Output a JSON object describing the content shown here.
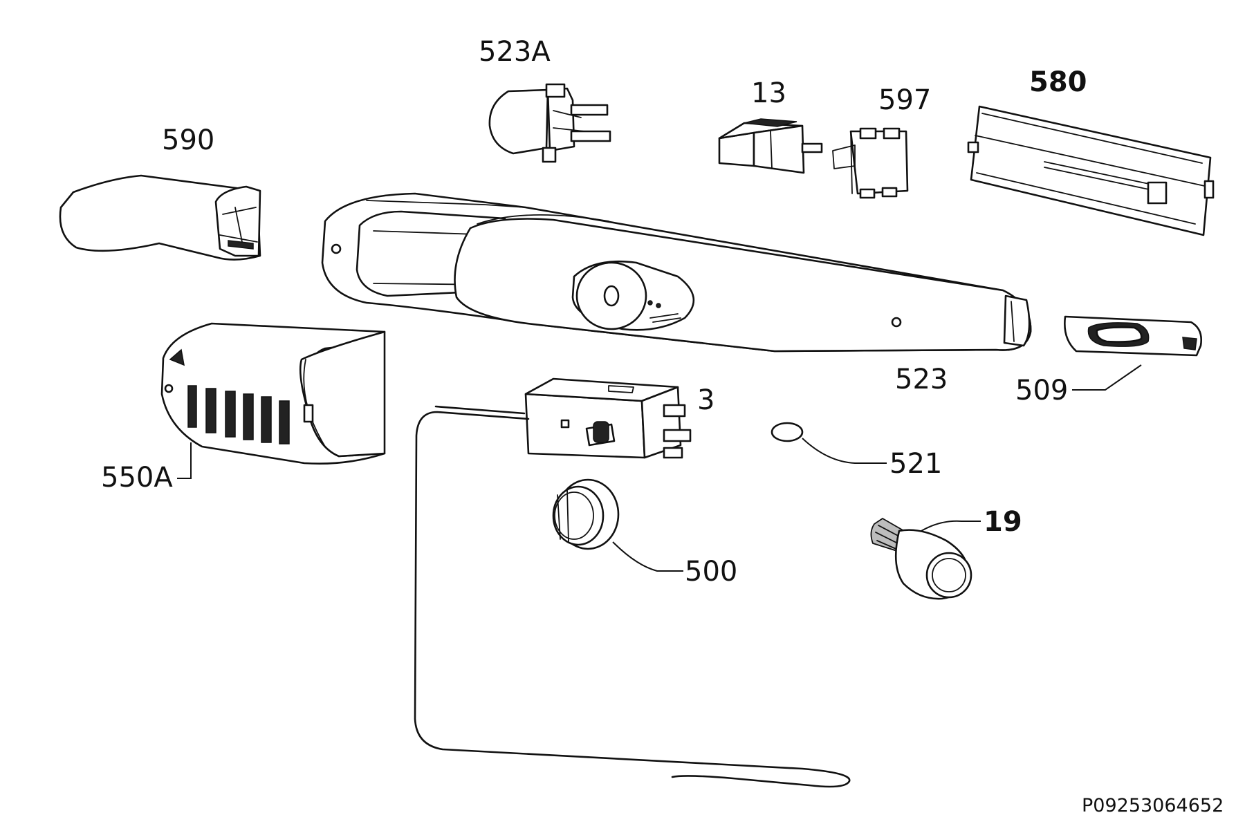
{
  "parts": [
    {
      "id": "p523A",
      "label": "523A"
    },
    {
      "id": "p13",
      "label": "13"
    },
    {
      "id": "p597",
      "label": "597"
    },
    {
      "id": "p580",
      "label": "580"
    },
    {
      "id": "p590",
      "label": "590"
    },
    {
      "id": "p523",
      "label": "523"
    },
    {
      "id": "p509",
      "label": "509"
    },
    {
      "id": "p550A",
      "label": "550A"
    },
    {
      "id": "p3",
      "label": "3"
    },
    {
      "id": "p521",
      "label": "521"
    },
    {
      "id": "p19",
      "label": "19"
    },
    {
      "id": "p500",
      "label": "500"
    }
  ],
  "drawing_reference": "P09253064652"
}
